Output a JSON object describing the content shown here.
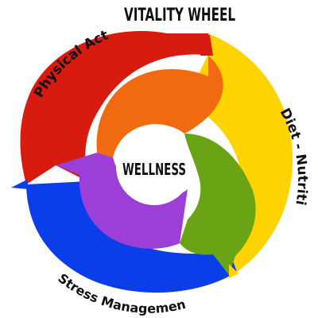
{
  "title": "VITALITY WHEEL",
  "center_label": "WELLNESS",
  "segments": [
    {
      "id": "physical",
      "label": "Physical Activity",
      "outer_color": "#d81b0f",
      "inner_color": "#f26a10"
    },
    {
      "id": "diet",
      "label": "Diet - Nutrition",
      "outer_color": "#ffd300",
      "inner_color": "#6aa414"
    },
    {
      "id": "stress",
      "label": "Stress Management",
      "outer_color": "#0a3ee8",
      "inner_color": "#9b3fd6"
    }
  ]
}
